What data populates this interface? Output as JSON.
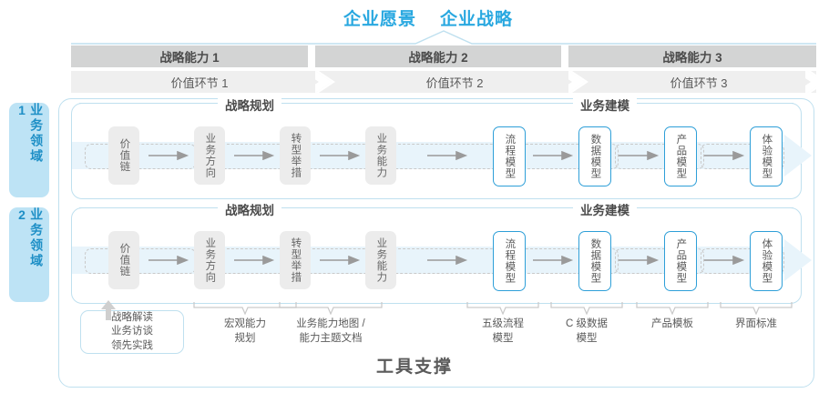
{
  "header": {
    "titles": [
      "企业愿景",
      "企业战略"
    ],
    "accent_color": "#29a8e0"
  },
  "capability_bar": {
    "segments": [
      "战略能力 1",
      "战略能力 2",
      "战略能力 3"
    ],
    "bg_color": "#d3d4d4"
  },
  "value_chain_bar": {
    "segments": [
      "价值环节 1",
      "价值环节 2",
      "价值环节 3"
    ],
    "bg_color": "#efefef"
  },
  "domains": [
    {
      "label": "业务领域 1"
    },
    {
      "label": "业务领域 2"
    }
  ],
  "sections": {
    "planning": "战略规划",
    "modeling": "业务建模"
  },
  "nodes": {
    "gray": [
      "价值链",
      "业务方向",
      "转型举措",
      "业务能力"
    ],
    "blue": [
      "流程模型",
      "数据模型",
      "产品模型",
      "体验模型"
    ]
  },
  "tools": {
    "highlight_box": "战略解读\n业务访谈\n领先实践",
    "labels": [
      "宏观能力\n规划",
      "业务能力地图 /\n能力主题文档",
      "五级流程\n模型",
      "C 级数据\n模型",
      "产品模板",
      "界面标准"
    ]
  },
  "footer": {
    "title": "工具支撑"
  }
}
